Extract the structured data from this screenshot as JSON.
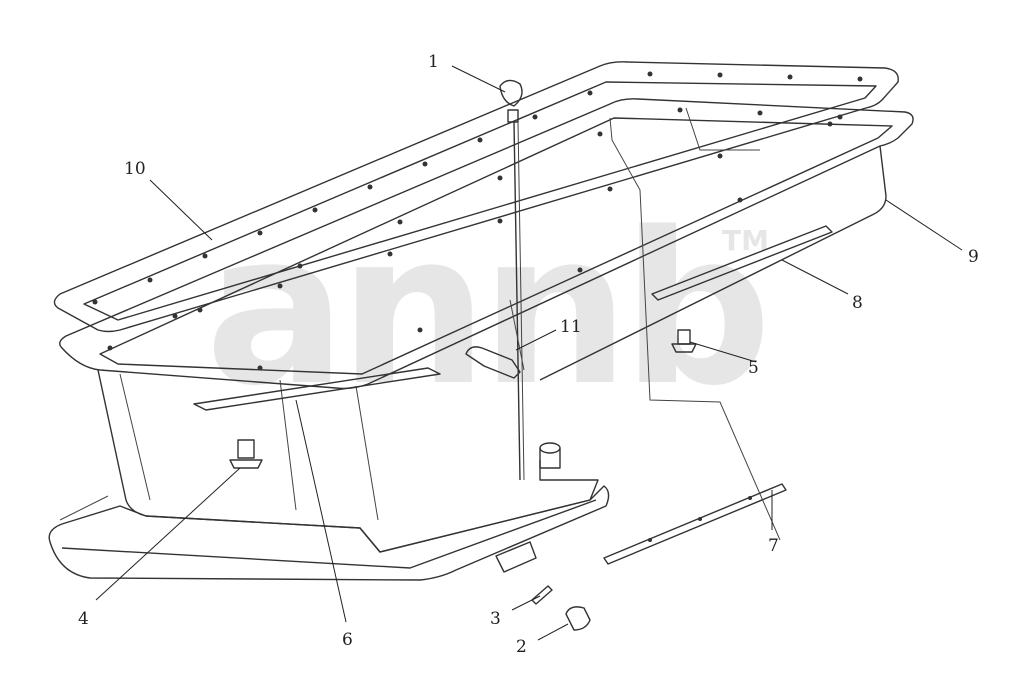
{
  "diagram": {
    "callouts": [
      {
        "id": "1",
        "label": "1"
      },
      {
        "id": "2",
        "label": "2"
      },
      {
        "id": "3",
        "label": "3"
      },
      {
        "id": "4",
        "label": "4"
      },
      {
        "id": "5",
        "label": "5"
      },
      {
        "id": "6",
        "label": "6"
      },
      {
        "id": "7",
        "label": "7"
      },
      {
        "id": "8",
        "label": "8"
      },
      {
        "id": "9",
        "label": "9"
      },
      {
        "id": "10",
        "label": "10"
      },
      {
        "id": "11",
        "label": "11"
      }
    ],
    "watermark": {
      "text": "annb",
      "trademark": "TM"
    }
  }
}
